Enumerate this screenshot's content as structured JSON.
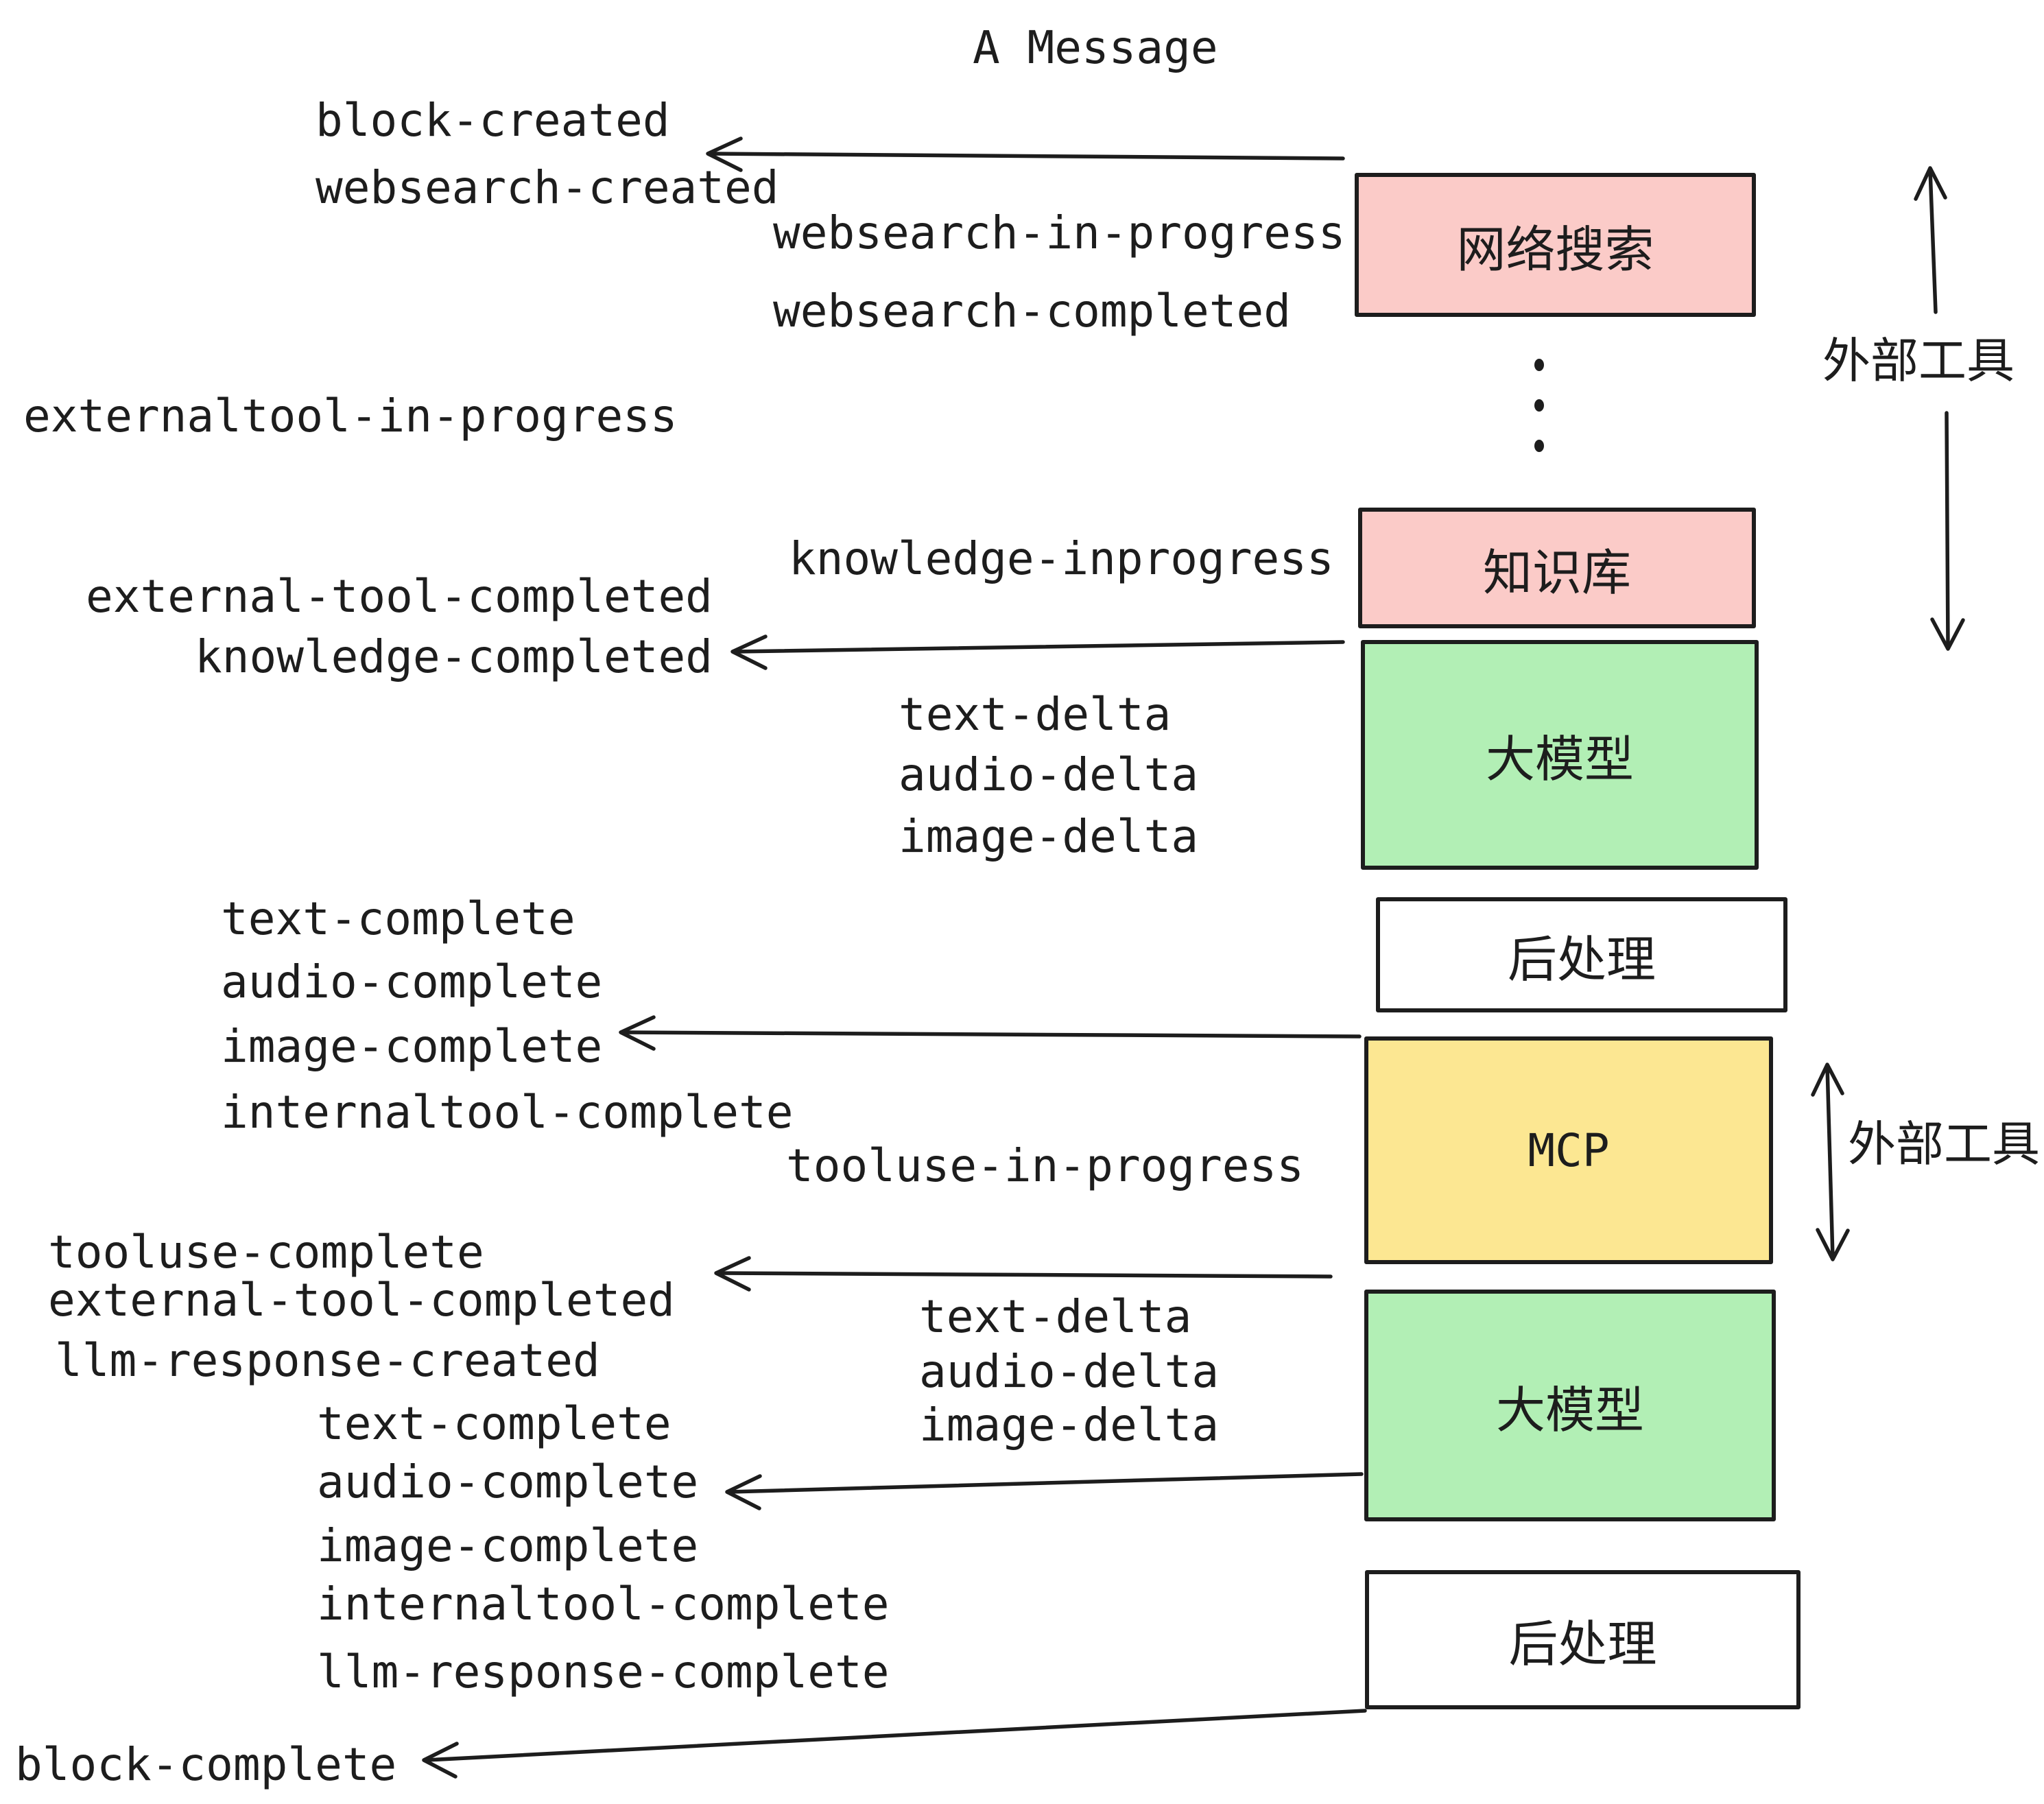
{
  "title": "A Message",
  "palette": {
    "ink": "#1d1d1d",
    "pink": "#fbcbc8",
    "green": "#b2efb5",
    "yellow": "#fce792",
    "white": "#ffffff",
    "background": "#ffffff"
  },
  "boxes": [
    {
      "id": "websearch",
      "label": "网络搜索",
      "color": "pink"
    },
    {
      "id": "knowledge",
      "label": "知识库",
      "color": "pink"
    },
    {
      "id": "llm-1",
      "label": "大模型",
      "color": "green"
    },
    {
      "id": "postprocess-1",
      "label": "后处理",
      "color": "white"
    },
    {
      "id": "mcp",
      "label": "MCP",
      "color": "yellow"
    },
    {
      "id": "llm-2",
      "label": "大模型",
      "color": "green"
    },
    {
      "id": "postprocess-2",
      "label": "后处理",
      "color": "white"
    }
  ],
  "side_labels": {
    "external_tool_top": "外部工具",
    "external_tool_mid": "外部工具"
  },
  "icons": {
    "ellipsis": "vertical-dots"
  },
  "events": [
    {
      "text": "block-created"
    },
    {
      "text": "websearch-created"
    },
    {
      "text": "websearch-in-progress"
    },
    {
      "text": "websearch-completed"
    },
    {
      "text": "externaltool-in-progress"
    },
    {
      "text": "knowledge-inprogress"
    },
    {
      "text": "external-tool-completed"
    },
    {
      "text": "knowledge-completed"
    },
    {
      "text": "text-delta"
    },
    {
      "text": "audio-delta"
    },
    {
      "text": "image-delta"
    },
    {
      "text": "text-complete"
    },
    {
      "text": "audio-complete"
    },
    {
      "text": "image-complete"
    },
    {
      "text": "internaltool-complete"
    },
    {
      "text": "tooluse-in-progress"
    },
    {
      "text": "tooluse-complete"
    },
    {
      "text": "external-tool-completed"
    },
    {
      "text": "llm-response-created"
    },
    {
      "text": "text-complete"
    },
    {
      "text": "audio-complete"
    },
    {
      "text": "image-complete"
    },
    {
      "text": "internaltool-complete"
    },
    {
      "text": "llm-response-complete"
    },
    {
      "text": "block-complete"
    },
    {
      "text": "text-delta"
    },
    {
      "text": "audio-delta"
    },
    {
      "text": "image-delta"
    }
  ]
}
